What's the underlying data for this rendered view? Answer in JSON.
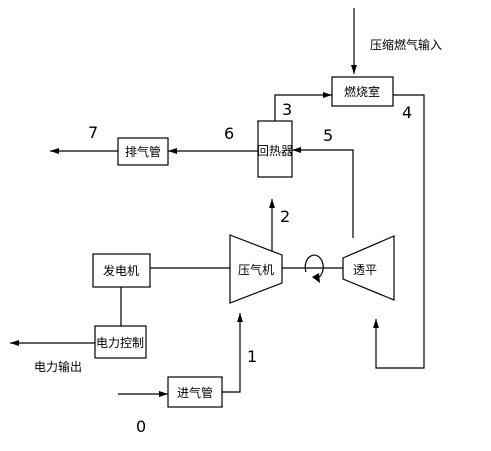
{
  "components": {
    "combustor": "燃烧室",
    "recuperator": "回热器",
    "exhaust_pipe": "排气管",
    "generator": "发电机",
    "compressor": "压气机",
    "turbine": "透平",
    "power_control": "电力控制",
    "intake_pipe": "进气管"
  },
  "labels": {
    "fuel_input": "压缩燃气输入",
    "power_output": "电力输出"
  },
  "states": {
    "s0": "0",
    "s1": "1",
    "s2": "2",
    "s3": "3",
    "s4": "4",
    "s5": "5",
    "s6": "6",
    "s7": "7"
  }
}
